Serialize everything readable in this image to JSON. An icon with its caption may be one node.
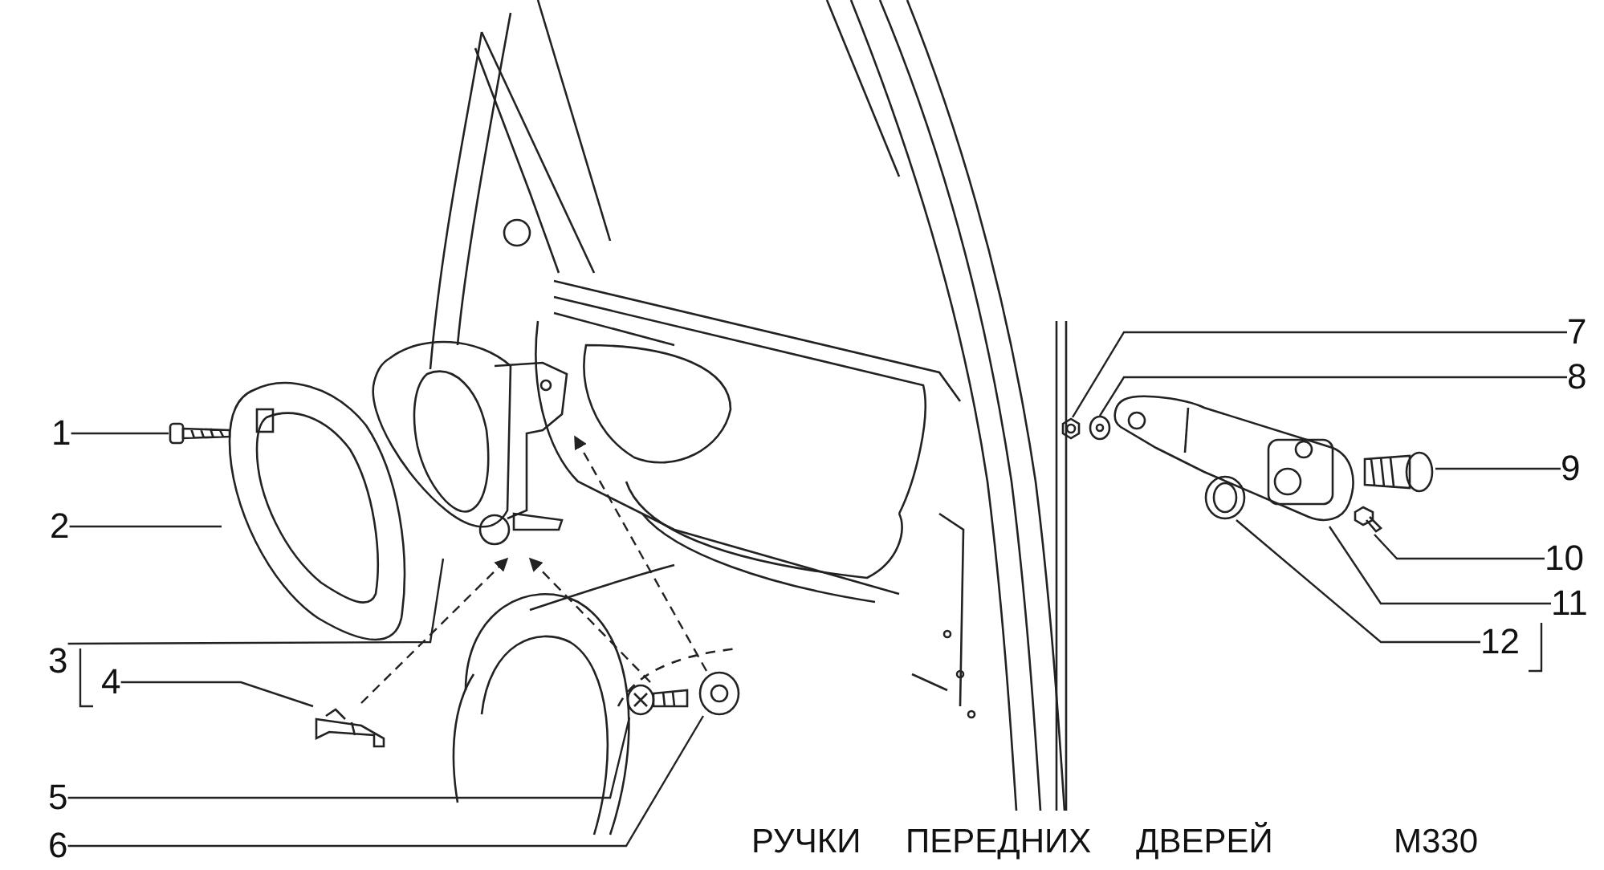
{
  "diagram": {
    "caption": "РУЧКИ ПЕРЕДНИХ ДВЕРЕЙ",
    "nodes": [
      {
        "text": [
          "1"
        ]
      },
      {
        "text": [
          "2"
        ]
      },
      {
        "text": [
          "3"
        ]
      },
      {
        "text": [
          "4"
        ]
      },
      {
        "text": [
          "5"
        ]
      },
      {
        "text": [
          "6"
        ]
      },
      {
        "text": [
          "7"
        ]
      },
      {
        "text": [
          "8"
        ]
      },
      {
        "text": [
          "9"
        ]
      },
      {
        "text": [
          "10"
        ]
      },
      {
        "text": [
          "11"
        ]
      },
      {
        "text": [
          "12"
        ]
      },
      {
        "text": [],
        "shape": "picture"
      },
      {
        "text": [],
        "shape": "picture"
      },
      {
        "text": [],
        "shape": "picture"
      },
      {
        "text": [],
        "shape": "picture"
      },
      {
        "text": [],
        "shape": "picture"
      },
      {
        "text": [],
        "shape": "picture"
      },
      {
        "text": [],
        "shape": "picture"
      },
      {
        "text": [],
        "shape": "picture"
      },
      {
        "text": [],
        "shape": "picture"
      },
      {
        "text": [],
        "shape": "picture"
      },
      {
        "text": [],
        "shape": "picture"
      },
      {
        "text": [],
        "shape": "picture"
      }
    ],
    "edges": [
      {
        "from": 0,
        "to": 12,
        "arrow": "none"
      },
      {
        "from": 1,
        "to": 13,
        "arrow": "none"
      },
      {
        "from": 2,
        "to": 14,
        "arrow": "none"
      },
      {
        "from": 3,
        "to": 15,
        "arrow": "none"
      },
      {
        "from": 4,
        "to": 16,
        "arrow": "none"
      },
      {
        "from": 5,
        "to": 17,
        "arrow": "none"
      },
      {
        "from": 6,
        "to": 18,
        "arrow": "none"
      },
      {
        "from": 7,
        "to": 19,
        "arrow": "none"
      },
      {
        "from": 8,
        "to": 20,
        "arrow": "none"
      },
      {
        "from": 9,
        "to": 21,
        "arrow": "none"
      },
      {
        "from": 10,
        "to": 22,
        "arrow": "none"
      },
      {
        "from": 11,
        "to": 23,
        "arrow": "none"
      },
      {
        "from": 15,
        "to": 14,
        "arrow": "to",
        "style": "dashed"
      },
      {
        "from": 16,
        "to": 14,
        "arrow": "to",
        "style": "dashed"
      },
      {
        "from": 17,
        "to": 14,
        "arrow": "to",
        "style": "dashed"
      }
    ],
    "labels": [
      "М330"
    ]
  }
}
